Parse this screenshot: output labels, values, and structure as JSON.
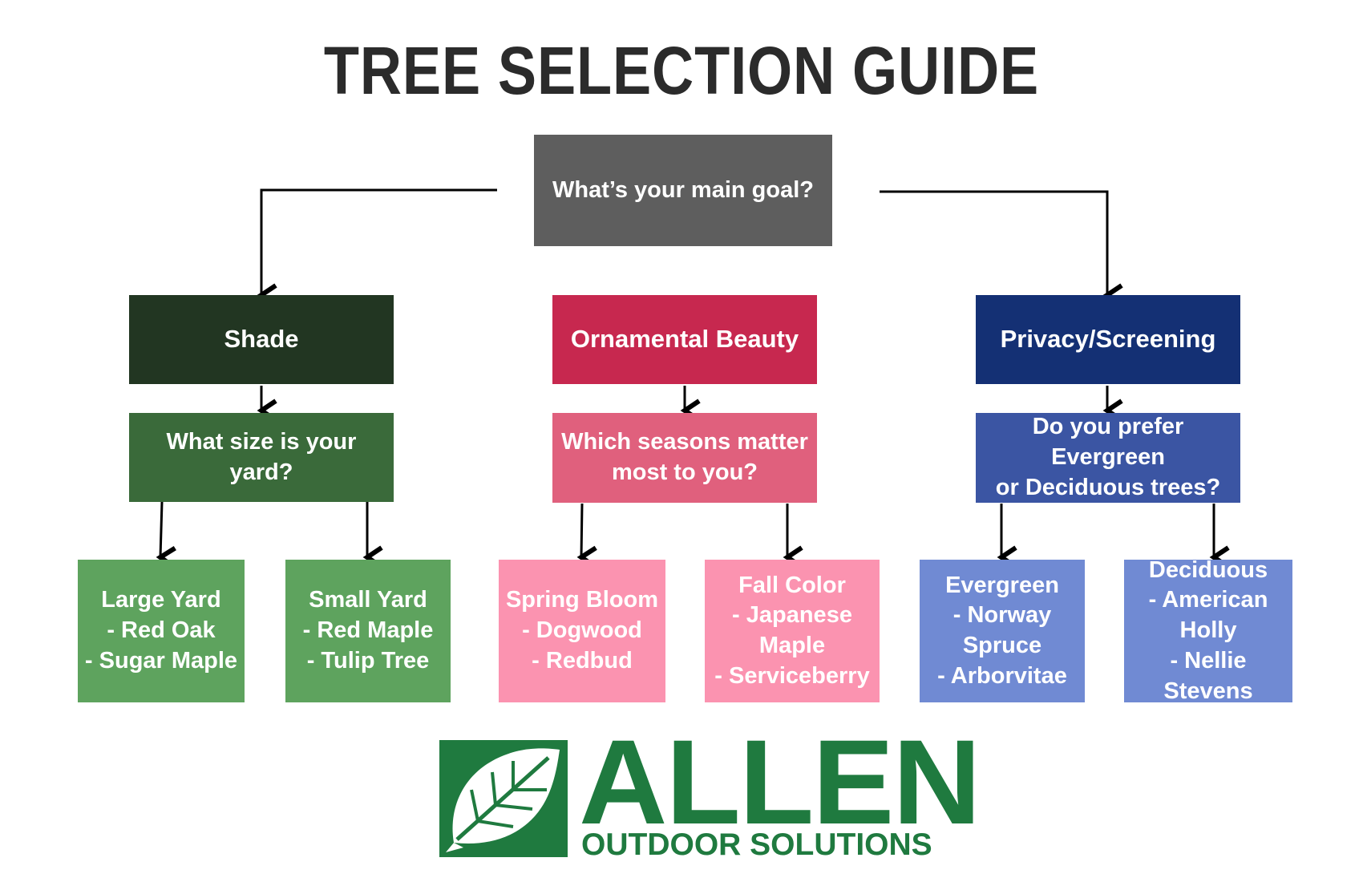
{
  "title": "TREE SELECTION GUIDE",
  "root_question": "What’s your main goal?",
  "branches": [
    {
      "label": "Shade",
      "color": "#223622",
      "question": "What size is your yard?",
      "question_color": "#3a6a3a",
      "leaf_color": "#5ea35e",
      "options": [
        "Large Yard\n- Red Oak\n- Sugar Maple",
        "Small Yard\n- Red Maple\n- Tulip Tree"
      ]
    },
    {
      "label": "Ornamental Beauty",
      "color": "#c7284f",
      "question": "Which seasons matter\nmost to you?",
      "question_color": "#e0607d",
      "leaf_color": "#fb93b0",
      "options": [
        "Spring Bloom\n- Dogwood\n- Redbud",
        "Fall Color\n- Japanese\nMaple\n- Serviceberry"
      ]
    },
    {
      "label": "Privacy/Screening",
      "color": "#143074",
      "question": "Do you prefer Evergreen\nor Deciduous trees?",
      "question_color": "#3b55a3",
      "leaf_color": "#708ad3",
      "options": [
        "Evergreen\n- Norway\nSpruce\n- Arborvitae",
        "Deciduous\n- American\nHolly\n- Nellie Stevens"
      ]
    }
  ],
  "logo": {
    "name": "ALLEN",
    "subtitle": "OUTDOOR SOLUTIONS",
    "color": "#1f7a3f"
  }
}
